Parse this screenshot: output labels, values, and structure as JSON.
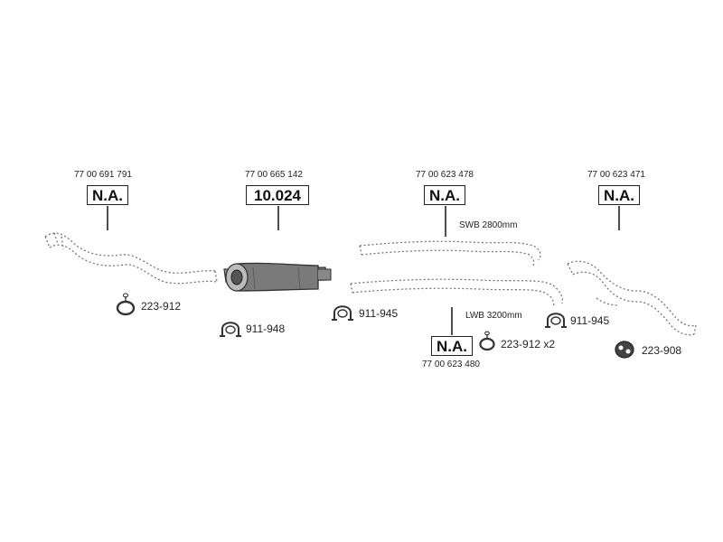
{
  "components": [
    {
      "oem": "77 00 691 791",
      "ref": "N.A."
    },
    {
      "oem": "77 00 665 142",
      "ref": "10.024"
    },
    {
      "oem": "77 00 623 478",
      "ref": "N.A.",
      "note": "SWB 2800mm"
    },
    {
      "oem": "77 00 623 471",
      "ref": "N.A."
    },
    {
      "oem": "77 00 623 480",
      "ref": "N.A.",
      "note": "LWB 3200mm"
    }
  ],
  "fittings": [
    {
      "code": "223-912",
      "icon": "gasket-ring-icon"
    },
    {
      "code": "911-948",
      "icon": "clamp-icon"
    },
    {
      "code": "911-945",
      "icon": "clamp-icon"
    },
    {
      "code": "223-912 x2",
      "icon": "gasket-ring-icon"
    },
    {
      "code": "911-945",
      "icon": "clamp-icon"
    },
    {
      "code": "223-908",
      "icon": "rubber-mount-icon"
    }
  ],
  "colors": {
    "line": "#222222",
    "dotted_part": "#777777",
    "muffler": "#555555"
  }
}
